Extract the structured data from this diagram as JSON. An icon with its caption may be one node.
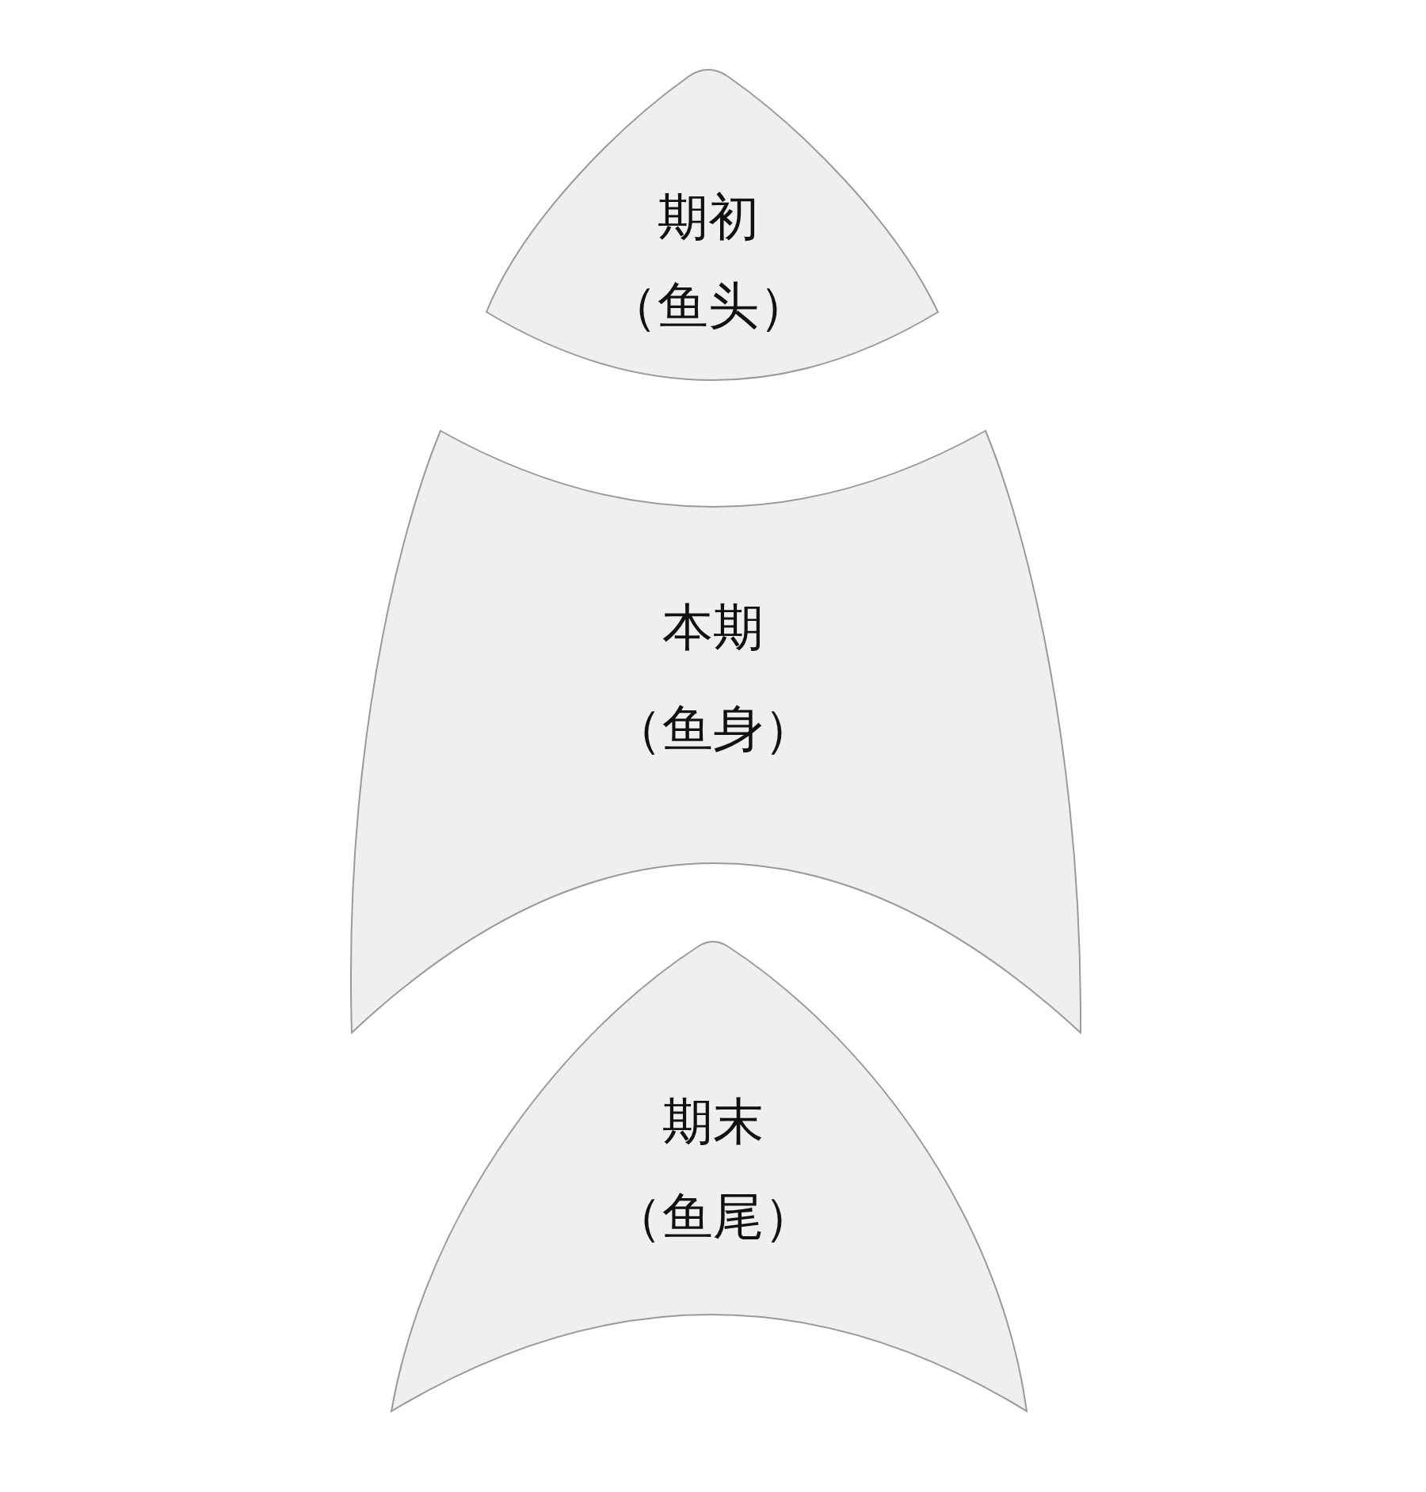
{
  "diagram": {
    "nodes": [
      {
        "text": [
          "期初",
          "（鱼头）"
        ]
      },
      {
        "text": [
          "本期",
          "（鱼身）"
        ]
      },
      {
        "text": [
          "期末",
          "（鱼尾）"
        ]
      }
    ]
  }
}
